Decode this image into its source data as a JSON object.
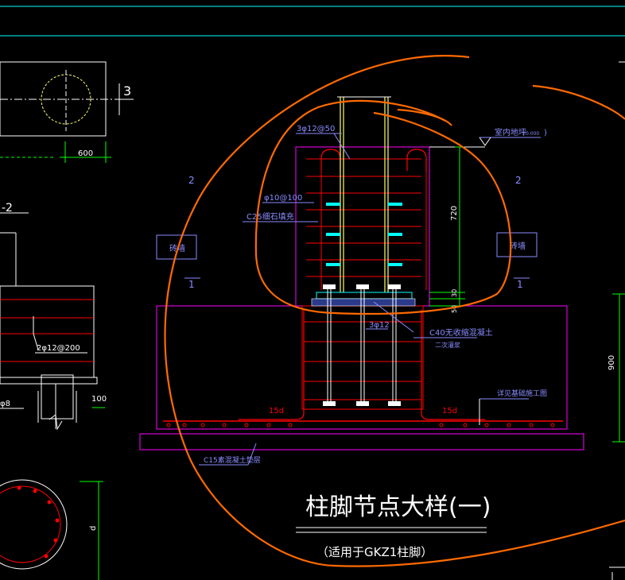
{
  "drawing": {
    "title": "柱脚节点大样(一)",
    "subtitle": "（适用于GKZ1柱脚）",
    "labels": {
      "section_3": "3",
      "dim_600": "600",
      "section_2_left": "-2",
      "rebar_2phi12_200": "2φ12@200",
      "phi8": "φ8",
      "dim_100": "100",
      "d_label": "d",
      "phi12_50": "3φ12@50",
      "phi10_100": "φ10@100",
      "c25_label": "C25细石填充",
      "indoor_floor": "室内地坪",
      "indoor_floor_elev": "±0.000",
      "dim_720": "720",
      "dim_30": "30",
      "dim_50": "50",
      "mark_2_left": "2",
      "mark_2_right": "2",
      "mark_1_left": "1",
      "mark_1_right": "1",
      "wall_left": "砖墙",
      "wall_right": "砖墙",
      "bolts": "3φ12",
      "c40_line1": "C40无收缩混凝土",
      "c40_line2": "二次灌浆",
      "dim_900": "900",
      "anchor_15d_left": "15d",
      "anchor_15d_right": "15d",
      "base_note": "详见基础施工图",
      "c15_label": "C15素混凝土垫层"
    }
  },
  "colors": {
    "background": "#000000",
    "cyan": "#00ffff",
    "magenta": "#ff00ff",
    "red": "#ff0000",
    "blue": "#5a64ff",
    "yellow": "#ffff66",
    "white": "#ffffff",
    "green": "#00ff00",
    "orange": "#ff6a00",
    "label_blue": "#8a8cff"
  }
}
